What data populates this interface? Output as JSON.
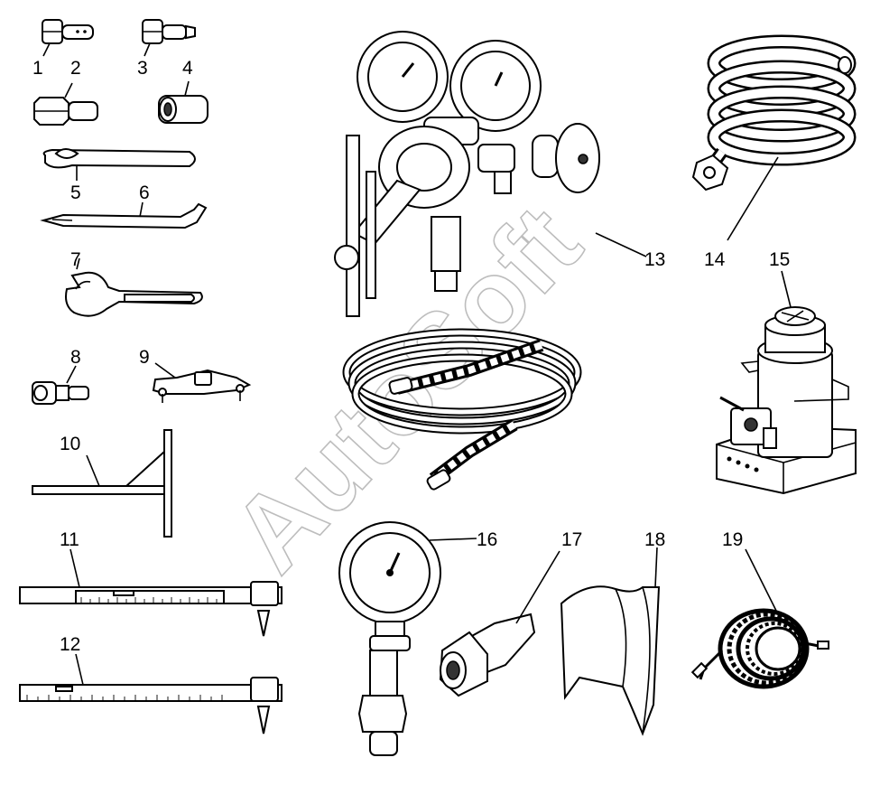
{
  "labels": [
    "1",
    "2",
    "3",
    "4",
    "5",
    "6",
    "7",
    "8",
    "9",
    "10",
    "11",
    "12",
    "13",
    "14",
    "15",
    "16",
    "17",
    "18",
    "19"
  ],
  "watermark": "AutoSoft"
}
